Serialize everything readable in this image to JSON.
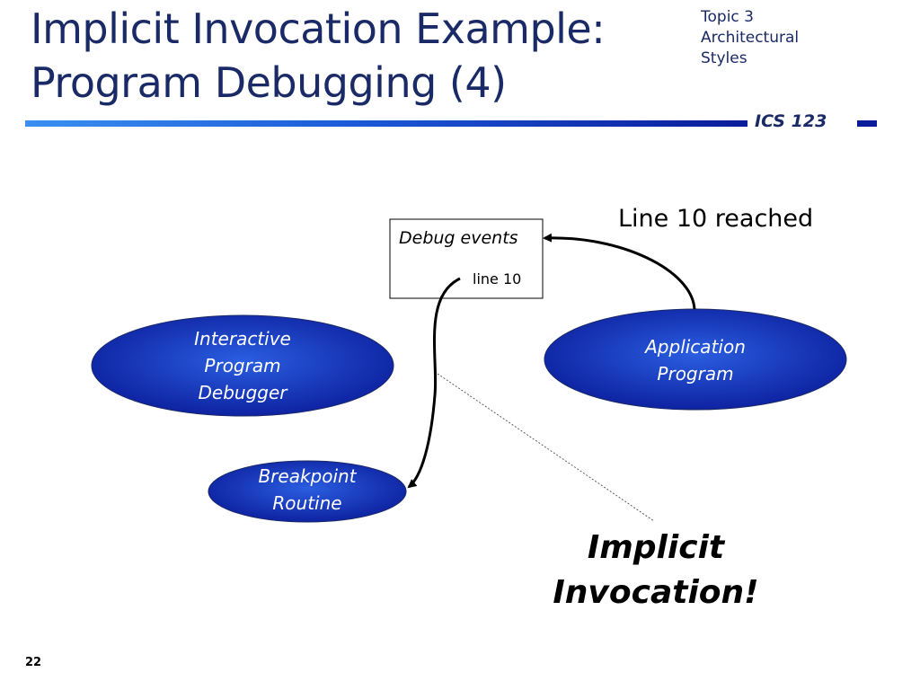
{
  "slide": {
    "title_lines": [
      "Implicit Invocation Example:",
      "Program Debugging (4)"
    ],
    "topic_lines": [
      "Topic 3",
      "Architectural",
      "Styles"
    ],
    "course": "ICS 123",
    "page_number": "22"
  },
  "diagram": {
    "box": {
      "title": "Debug events",
      "event_entry": "line 10"
    },
    "event_label": "Line 10 reached",
    "ovals": {
      "debugger": [
        "Interactive",
        "Program",
        "Debugger"
      ],
      "application": [
        "Application",
        "Program"
      ],
      "breakpoint": [
        "Breakpoint",
        "Routine"
      ]
    },
    "emphasis_lines": [
      "Implicit",
      "Invocation!"
    ]
  },
  "colors": {
    "title": "#1a2a66",
    "oval_fill_center": "#2a5ee0",
    "oval_fill_edge": "#0b1d9c",
    "rule_start": "#3a8ff0",
    "rule_end": "#0a1c9a"
  }
}
